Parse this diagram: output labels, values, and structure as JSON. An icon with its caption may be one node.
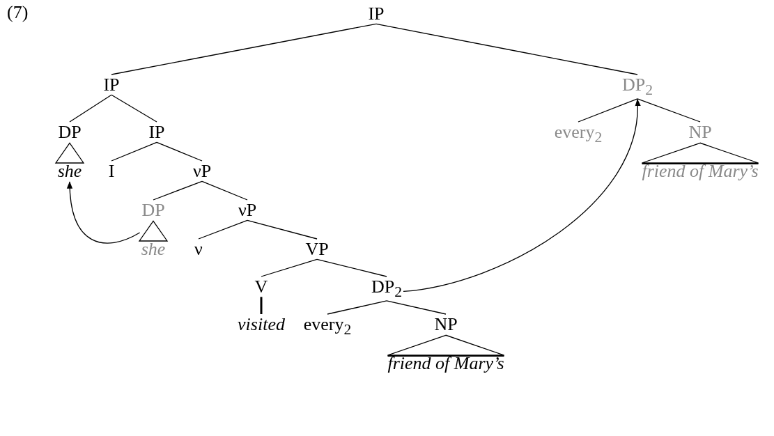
{
  "diagram": {
    "nodes": [
      {
        "text": [
          "IP"
        ]
      },
      {
        "text": [
          "IP"
        ]
      },
      {
        "text": [
          "DP$_{2}$"
        ]
      },
      {
        "text": [
          "DP"
        ]
      },
      {
        "text": [
          "IP"
        ]
      },
      {
        "text": [
          "every$_{2}$"
        ]
      },
      {
        "text": [
          "NP"
        ]
      },
      {
        "text": [
          "she"
        ]
      },
      {
        "text": [
          "I"
        ]
      },
      {
        "text": [
          "νP"
        ]
      },
      {
        "text": [
          "friend of Mary’s"
        ]
      },
      {
        "text": [
          "DP"
        ]
      },
      {
        "text": [
          "νP"
        ]
      },
      {
        "text": [
          "she"
        ]
      },
      {
        "text": [
          "ν"
        ]
      },
      {
        "text": [
          "VP"
        ]
      },
      {
        "text": [
          "V"
        ]
      },
      {
        "text": [
          "DP$_{2}$"
        ]
      },
      {
        "text": [
          "visited"
        ]
      },
      {
        "text": [
          "every$_{2}$"
        ]
      },
      {
        "text": [
          "NP"
        ]
      },
      {
        "text": [
          "friend of Mary’s"
        ]
      }
    ],
    "edges": [
      {
        "from": 0,
        "to": 1,
        "arrow": "none"
      },
      {
        "from": 0,
        "to": 2,
        "arrow": "none"
      },
      {
        "from": 1,
        "to": 3,
        "arrow": "none"
      },
      {
        "from": 1,
        "to": 4,
        "arrow": "none"
      },
      {
        "from": 2,
        "to": 5,
        "arrow": "none"
      },
      {
        "from": 2,
        "to": 6,
        "arrow": "none"
      },
      {
        "from": 3,
        "to": 7,
        "arrow": "none"
      },
      {
        "from": 4,
        "to": 8,
        "arrow": "none"
      },
      {
        "from": 4,
        "to": 9,
        "arrow": "none"
      },
      {
        "from": 6,
        "to": 10,
        "arrow": "none"
      },
      {
        "from": 9,
        "to": 11,
        "arrow": "none"
      },
      {
        "from": 9,
        "to": 12,
        "arrow": "none"
      },
      {
        "from": 11,
        "to": 13,
        "arrow": "none"
      },
      {
        "from": 12,
        "to": 14,
        "arrow": "none"
      },
      {
        "from": 12,
        "to": 15,
        "arrow": "none"
      },
      {
        "from": 15,
        "to": 16,
        "arrow": "none"
      },
      {
        "from": 15,
        "to": 17,
        "arrow": "none"
      },
      {
        "from": 16,
        "to": 18,
        "arrow": "none",
        "style": "thick"
      },
      {
        "from": 17,
        "to": 19,
        "arrow": "none"
      },
      {
        "from": 17,
        "to": 20,
        "arrow": "none"
      },
      {
        "from": 20,
        "to": 21,
        "arrow": "none"
      },
      {
        "from": 13,
        "to": 7,
        "arrow": "to"
      },
      {
        "from": 17,
        "to": 2,
        "arrow": "to"
      }
    ],
    "labels": [
      "(7)"
    ]
  }
}
